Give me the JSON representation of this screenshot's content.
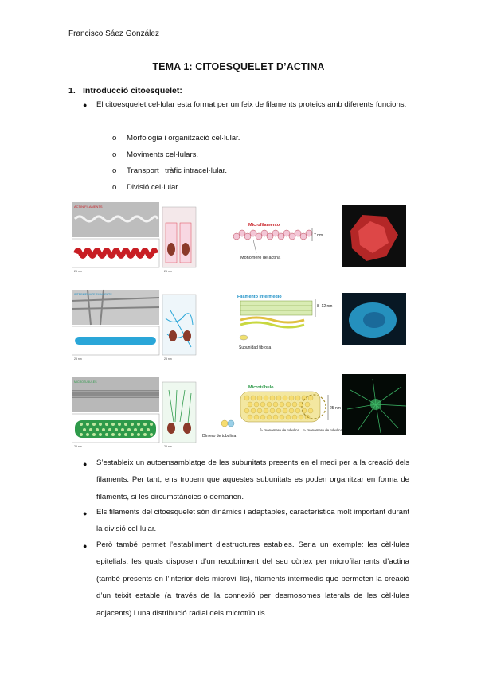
{
  "header": {
    "author": "Francisco Sáez González"
  },
  "document": {
    "title": "TEMA 1: CITOESQUELET D’ACTINA",
    "section1": {
      "number": "1.",
      "heading": "Introducció citoesquelet:"
    },
    "bullet1": {
      "text": "El citoesquelet cel·lular esta format per un feix de filaments proteics amb diferents funcions:",
      "items": [
        "Morfologia i organització cel·lular.",
        "Moviments cel·lulars.",
        "Transport i tràfic intracel·lular.",
        "Divisió cel·lular."
      ]
    },
    "paragraphs": [
      "S’estableix un autoensamblatge de les subunitats presents en el medi per a la creació dels filaments. Per tant, ens trobem que aquestes subunitats es poden organitzar en forma de filaments, si les circumstàncies o demanen.",
      "Els filaments del citoesquelet són dinàmics i adaptables, característica molt important durant la divisió cel·lular.",
      "Però també permet l’establiment d’estructures estables. Seria un exemple: les cèl·lules epitelials, les quals disposen d’un recobriment del seu còrtex per microfilaments d’actina (també presents en l’interior dels microvil·lis), filaments intermedis que permeten la creació d’un teixit estable (a través de la connexió per desmosomes laterals de les cèl·lules adjacents) i una distribució radial dels microtúbuls."
    ]
  },
  "figure": {
    "rows": [
      {
        "panel_label": "ACTIN FILAMENTS",
        "scale_label": "25 nm",
        "scale_label_2": "25 nm",
        "diagram_label": "Microfilamento",
        "diagram_sublabel": "Monòmero de actina",
        "dimension": "7 nm",
        "color": "#c81e24"
      },
      {
        "panel_label": "INTERMEDIATE FILAMENTS",
        "scale_label": "25 nm",
        "scale_label_2": "25 nm",
        "diagram_label": "Filamento intermedio",
        "diagram_sublabel": "Subunidad fibrosa",
        "dimension": "8–12 nm",
        "color": "#2aa6d8"
      },
      {
        "panel_label": "MICROTUBULES",
        "scale_label": "25 nm",
        "scale_label_2": "25 nm",
        "diagram_label": "Microtúbulo",
        "diagram_sublabel": "Dímero de tubulina",
        "dimension": "25 nm",
        "beta_label": "β- monómero de tubulina",
        "alpha_label": "α- monómero de tubulina",
        "color": "#2e9a4a"
      }
    ]
  }
}
